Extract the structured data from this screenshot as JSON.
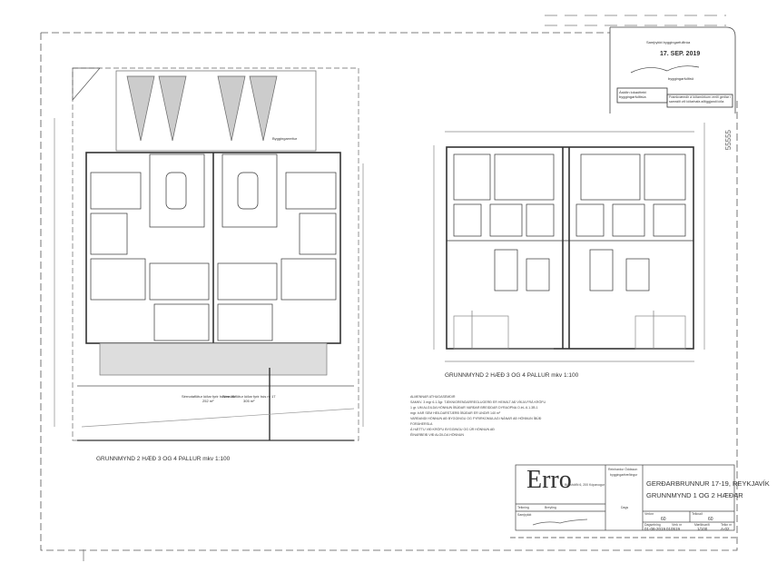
{
  "drawing": {
    "left_plan_caption": "GRUNNMYND 2 HÆÐ 3 OG 4 PALLUR mkv 1:100",
    "right_plan_caption": "GRUNNMYND 2 HÆÐ 3 OG 4 PALLUR mkv 1:100",
    "lot_label_left": "Sérnotaflötur lóðar fyrir hús nr 19",
    "lot_area_left": "252 m²",
    "lot_label_right": "Sérnotaflötur lóðar fyrir hús nr 17",
    "lot_area_right": "305 m²",
    "boundary_label": "Byggingarreitur",
    "notes_title": "ALMENNAR ATHUGASEMDIR",
    "notes": [
      "SAMKV. 3 mgr 6.1.3gr. TÆKNIGRENDARREGLUGERÐ ER HEIMILT AÐ VÍKJA FRÁ KRÖFU",
      "1 gr. UM ALGILDA HÖNNUN ÍBÚÐAR VARÐAR BREIDDAR DYRAOPNA O.ÞL.6.1.3B.1",
      "mgr. ÞAR SEM HEILDARSTÆRÐ ÍBÚÐAR ER UNDIR 140 m²",
      "VARÐANDI HÖNNUN AÐ BYGGINGU OG FYRIRKOMULAGI NÁNAR AÐ HÖNNUN ÍBÚÐ",
      "FORÁHERSLA",
      "Á HÆTTU VIÐ KRÖFU BYGGINGU OG ÚR HÖNNUN AÐ",
      "ÉINARBEIÐ VIÐ ALGILDA HÖNNUN"
    ],
    "vertical_number": "55555"
  },
  "stamp": {
    "line1": "Samþykkt  byggingarfulltrúa",
    "date": "17. SEP. 2019",
    "role": "byggingarfulltrúi",
    "box1": "Áskilin lokaúttekt byggingarfulltrúa",
    "box2": "Framkvæmdir á lóðamörkum verði gerðar í samráði við lóðarhafa aðliggjandi lóða"
  },
  "title_block": {
    "firm_logo": "Erro",
    "firm_address": "Bíldshöfði 6, 200 Kópavogur",
    "designer_name": "Reinhardur Óddsson",
    "designer_title": "byggingarfræðingur",
    "project": "GERÐARBRUNNUR 17-19, REYKJAVÍK",
    "sheet_title": "GRUNNMYND 1 OG 2  HÆÐAR",
    "label_teikning": "Teikning",
    "label_samþykkt": "Samþykkt",
    "label_breyting": "Breyting",
    "label_dags": "Dags",
    "field_a_label": "Verknr",
    "field_a_value": "60",
    "field_b_label": "Teiknað",
    "field_b_value": "60",
    "date_label": "Dagsetning",
    "date_value": "01-08-2019",
    "job_label": "Verk nr",
    "job_value": "010519",
    "scale_label": "Mælikvarði",
    "scale_value": "1/100",
    "sheet_label": "Teikn nr",
    "sheet_value": "A-02"
  }
}
